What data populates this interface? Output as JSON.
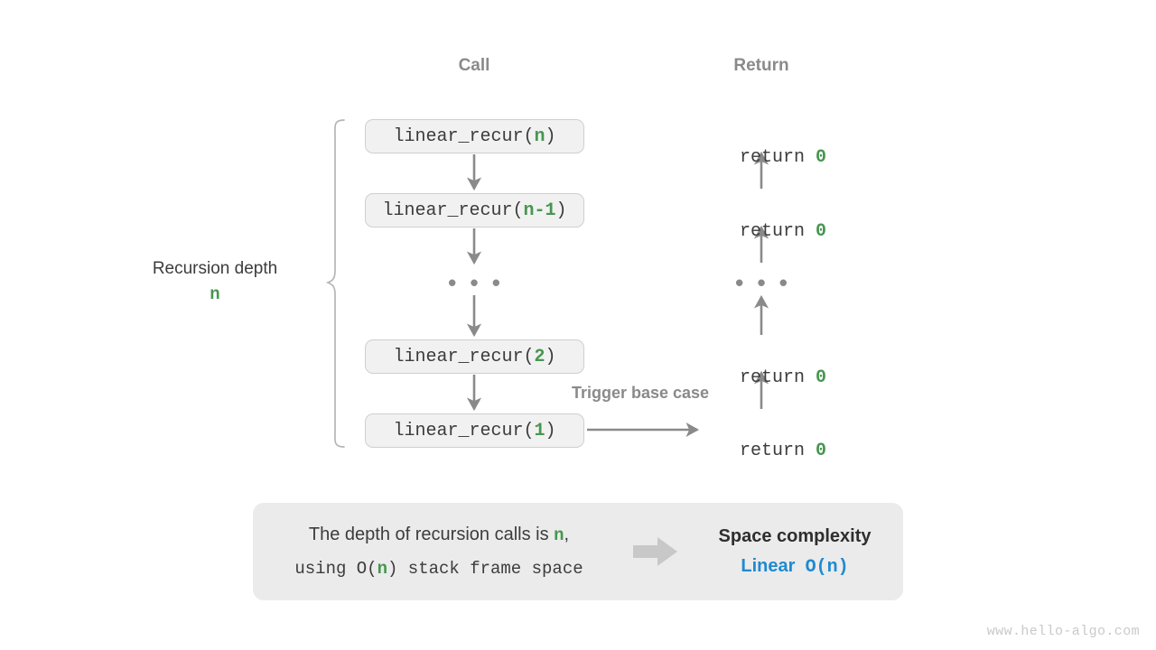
{
  "headers": {
    "call": "Call",
    "return": "Return"
  },
  "depth_label": {
    "text": "Recursion depth",
    "variable": "n"
  },
  "call_stack": [
    {
      "prefix": "linear_recur(",
      "arg": "n",
      "suffix": ")"
    },
    {
      "prefix": "linear_recur(",
      "arg": "n-1",
      "suffix": ")"
    },
    {
      "prefix": "linear_recur(",
      "arg": "2",
      "suffix": ")"
    },
    {
      "prefix": "linear_recur(",
      "arg": "1",
      "suffix": ")"
    }
  ],
  "returns": [
    {
      "keyword": "return ",
      "value": "0"
    },
    {
      "keyword": "return ",
      "value": "0"
    },
    {
      "keyword": "return ",
      "value": "0"
    },
    {
      "keyword": "return ",
      "value": "0"
    }
  ],
  "ellipsis": "• • •",
  "trigger_note": "Trigger base case",
  "summary": {
    "line1_a": "The depth of recursion calls is ",
    "line1_var": "n",
    "line1_b": ",",
    "line2_a": "using O(",
    "line2_var": "n",
    "line2_b": ") stack frame space",
    "title": "Space complexity",
    "value_label": "Linear",
    "value_notation": "O(n)"
  },
  "watermark": "www.hello-algo.com",
  "colors": {
    "accent_green": "#479650",
    "accent_blue": "#1f8ad0",
    "arrow_gray": "#8a8a8a",
    "box_fill": "#f1f1f1",
    "box_border": "#cfcfcf",
    "panel_fill": "#ebebeb",
    "text_dark": "#3c3c3c",
    "muted_gray": "#8a8a8a"
  }
}
